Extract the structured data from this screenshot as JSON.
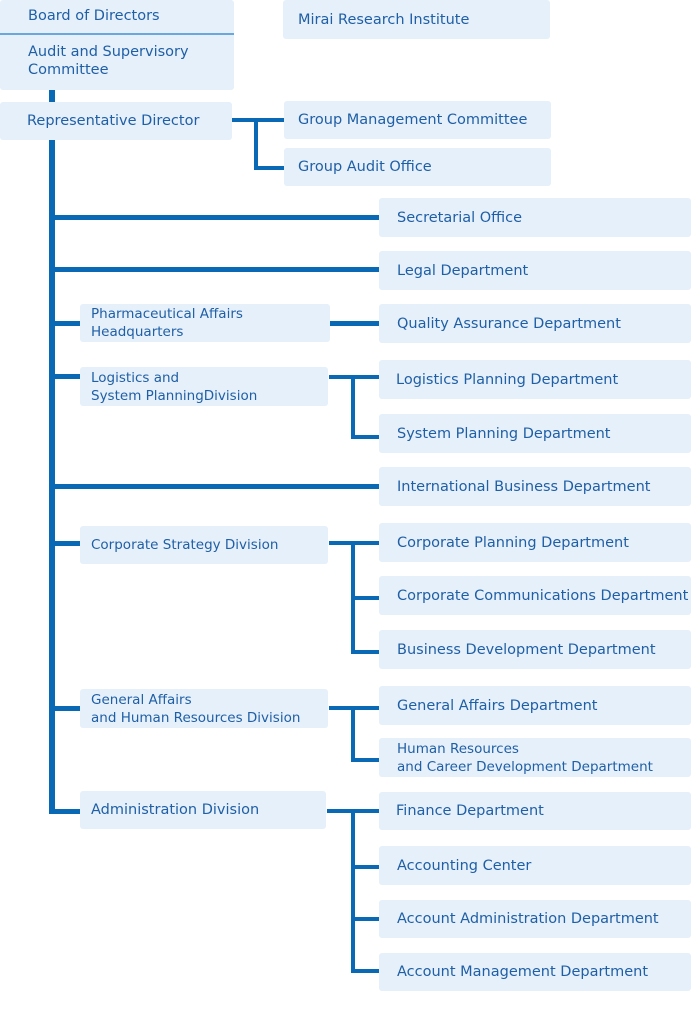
{
  "board": {
    "board_of_directors": "Board of Directors",
    "audit_committee": "Audit and Supervisory\nCommittee",
    "mirai_institute": "Mirai Research Institute"
  },
  "top": {
    "representative_director": "Representative Director",
    "group_management_committee": "Group Management Committee",
    "group_audit_office": "Group Audit Office"
  },
  "direct_departments": {
    "secretarial_office": "Secretarial Office",
    "legal_department": "Legal Department",
    "international_business": "International Business Department"
  },
  "divisions": {
    "pharma_hq": {
      "label": "Pharmaceutical Affairs Headquarters",
      "departments": [
        "Quality Assurance Department"
      ]
    },
    "logistics": {
      "label": "Logistics and\nSystem PlanningDivision",
      "departments": [
        "Logistics Planning  Department",
        "System Planning  Department"
      ]
    },
    "corporate_strategy": {
      "label": "Corporate Strategy Division",
      "departments": [
        "Corporate Planning Department",
        "Corporate Communications Department",
        "Business Development Department"
      ]
    },
    "general_affairs": {
      "label": "General Affairs\nand Human Resources Division",
      "departments": [
        "General Affairs Department",
        "Human Resources\nand Career Development Department"
      ]
    },
    "administration": {
      "label": "Administration Division",
      "departments": [
        "Finance Department",
        "Accounting Center",
        "Account Administration Department",
        "Account Management Department"
      ]
    }
  },
  "colors": {
    "box_background": "#e6f0fa",
    "text": "#1f5fa6",
    "connector": "#0a69b4"
  }
}
